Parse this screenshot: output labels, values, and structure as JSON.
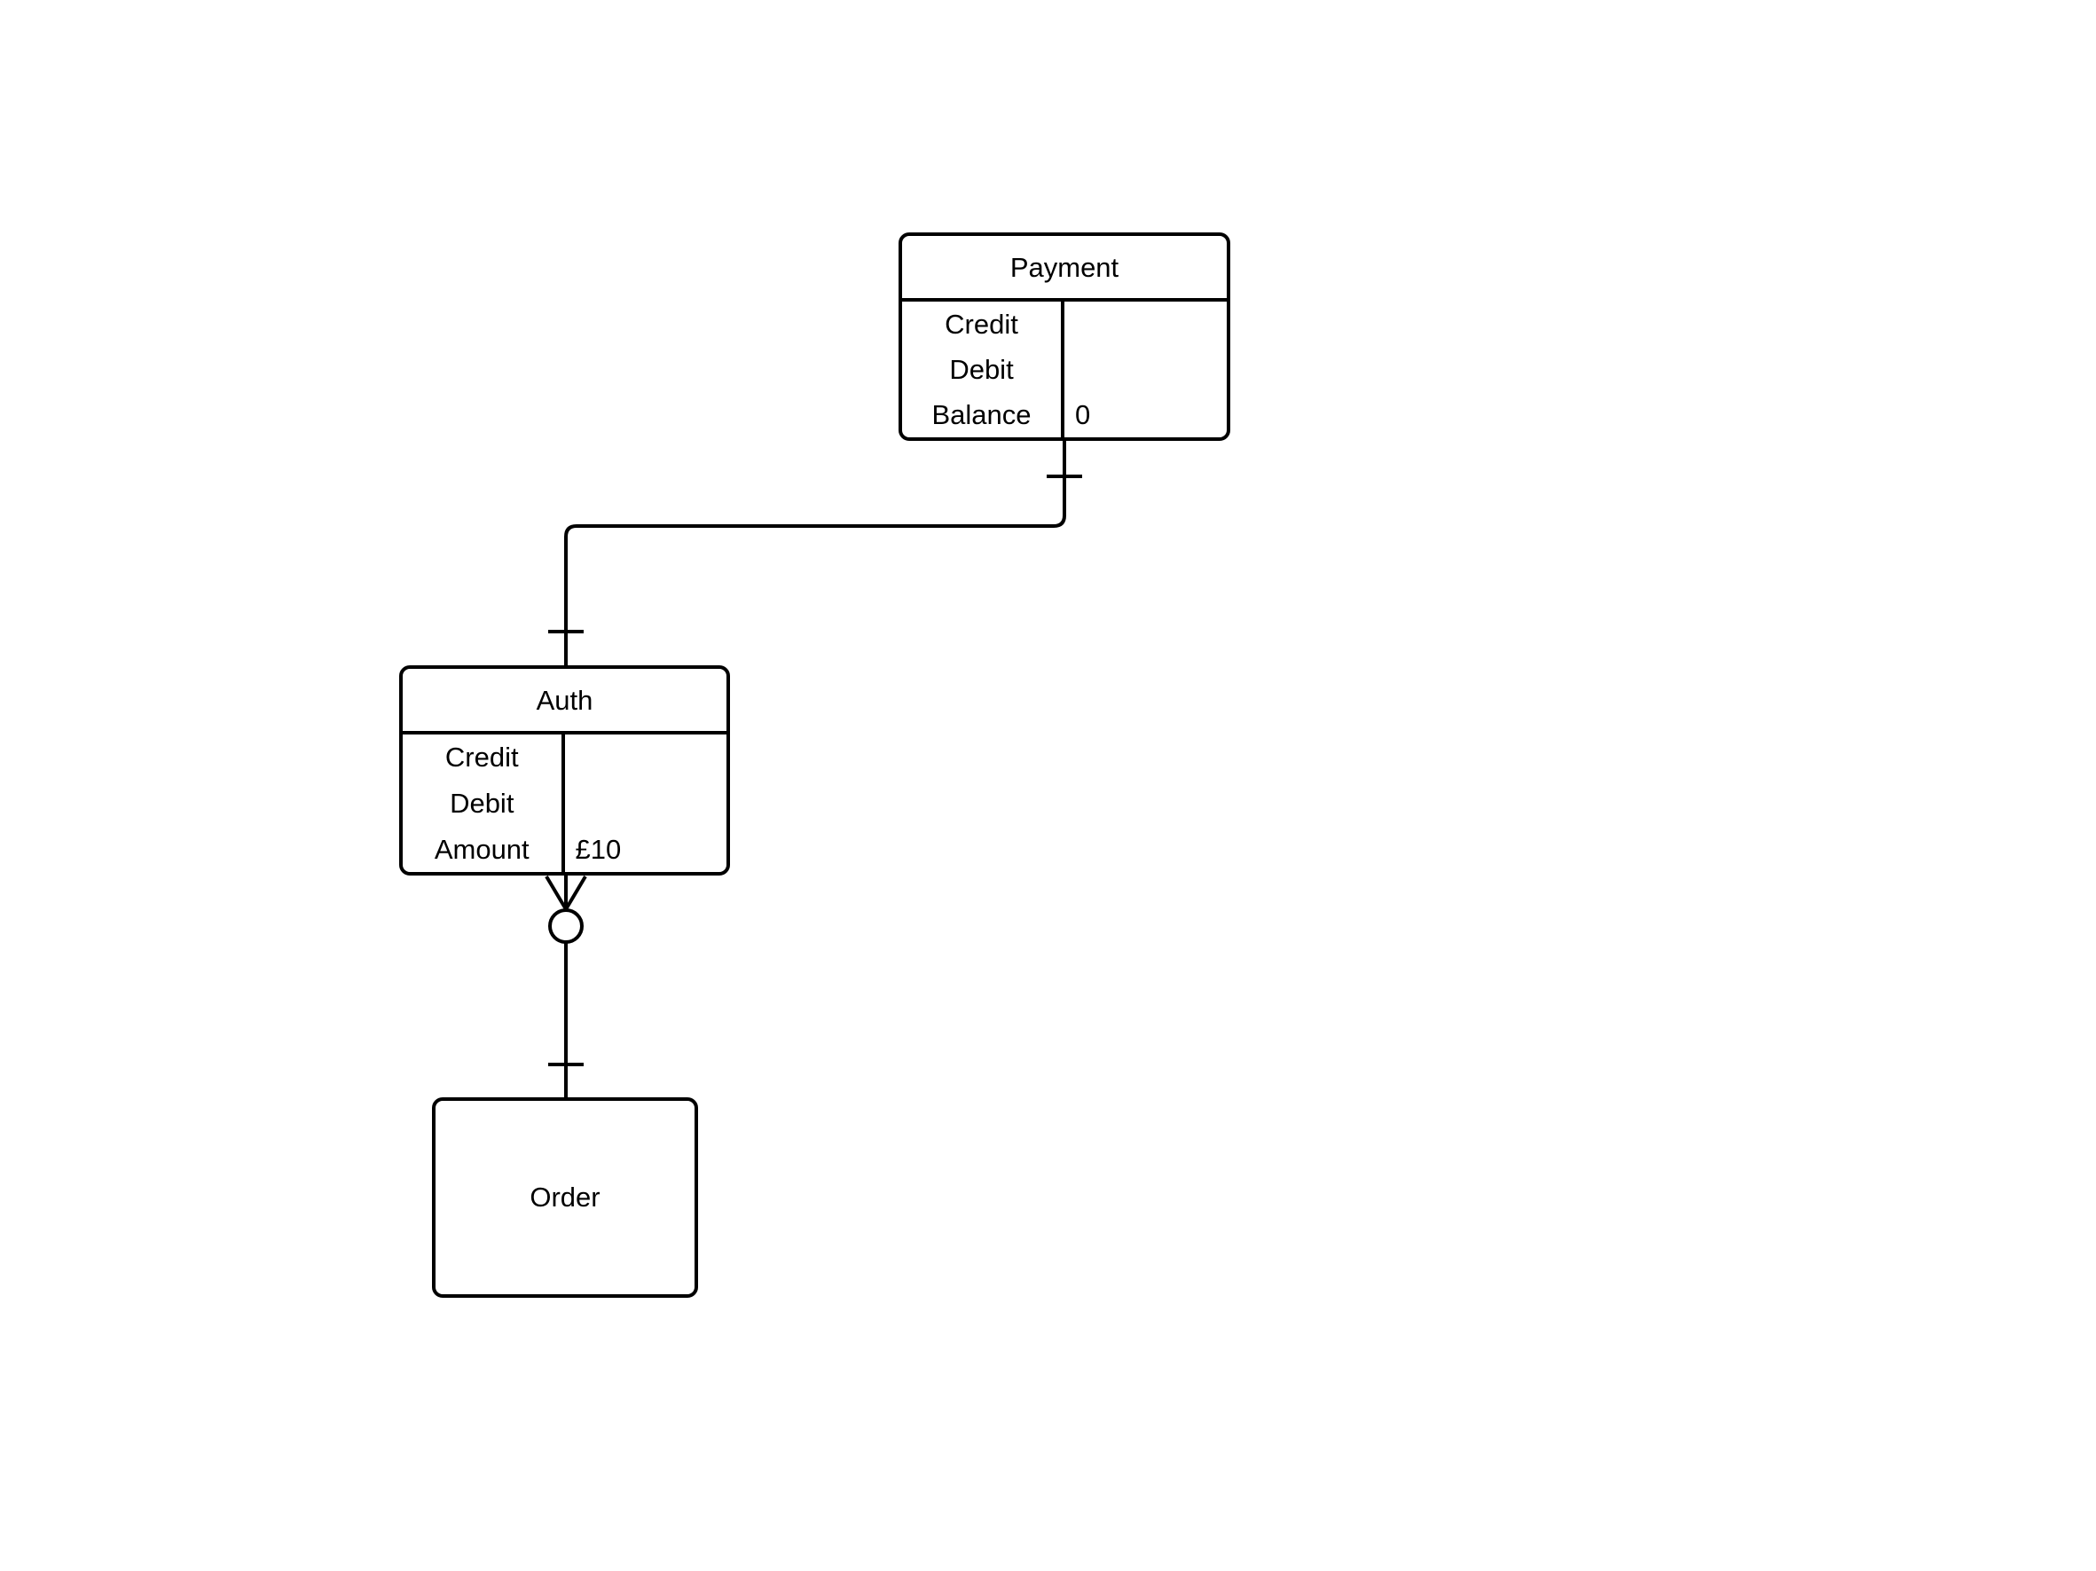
{
  "colors": {
    "stroke": "#000000",
    "background": "#ffffff"
  },
  "entities": {
    "payment": {
      "title": "Payment",
      "rows": [
        {
          "label": "Credit",
          "value": ""
        },
        {
          "label": "Debit",
          "value": ""
        },
        {
          "label": "Balance",
          "value": "0"
        }
      ]
    },
    "auth": {
      "title": "Auth",
      "rows": [
        {
          "label": "Credit",
          "value": ""
        },
        {
          "label": "Debit",
          "value": ""
        },
        {
          "label": "Amount",
          "value": "£10"
        }
      ]
    },
    "order": {
      "title": "Order"
    }
  },
  "connectors": [
    {
      "from": "Payment",
      "to": "Auth",
      "from_cardinality": "one",
      "to_cardinality": "one"
    },
    {
      "from": "Auth",
      "to": "Order",
      "from_cardinality": "zero-or-many",
      "to_cardinality": "one"
    }
  ]
}
